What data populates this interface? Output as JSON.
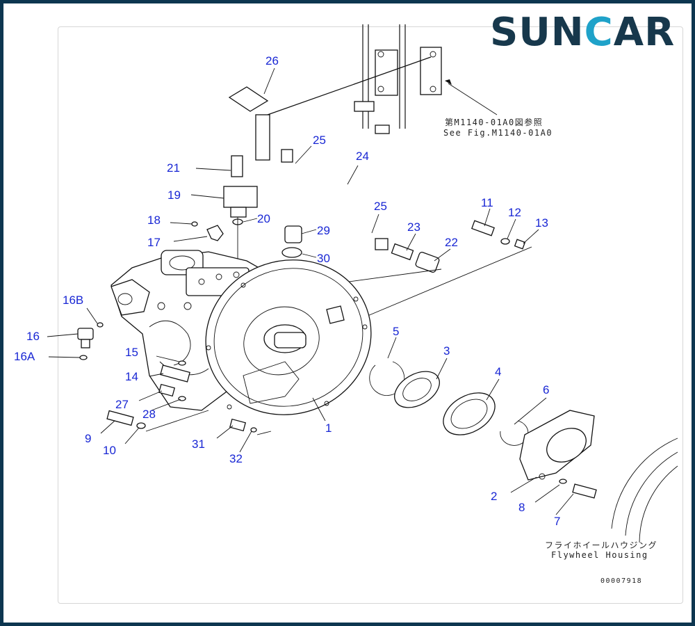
{
  "logo": {
    "text_before": "SUN",
    "text_o": "C",
    "text_after": "AR"
  },
  "reference_note": {
    "line1": "第M1140-01A0図参照",
    "line2": "See Fig.M1140-01A0"
  },
  "flywheel_note": {
    "line1": "フライホイールハウジング",
    "line2": "Flywheel Housing"
  },
  "drawing_number": "00007918",
  "callouts": [
    "26",
    "25",
    "24",
    "25",
    "21",
    "19",
    "20",
    "18",
    "17",
    "29",
    "30",
    "23",
    "22",
    "11",
    "12",
    "13",
    "16B",
    "16",
    "16A",
    "15",
    "14",
    "27",
    "28",
    "9",
    "10",
    "5",
    "3",
    "4",
    "6",
    "1",
    "31",
    "32",
    "2",
    "8",
    "7"
  ],
  "colors": {
    "callout": "#1826d4",
    "logo_dark": "#17384c",
    "logo_accent": "#1fa2c9",
    "border": "#0d3650"
  }
}
